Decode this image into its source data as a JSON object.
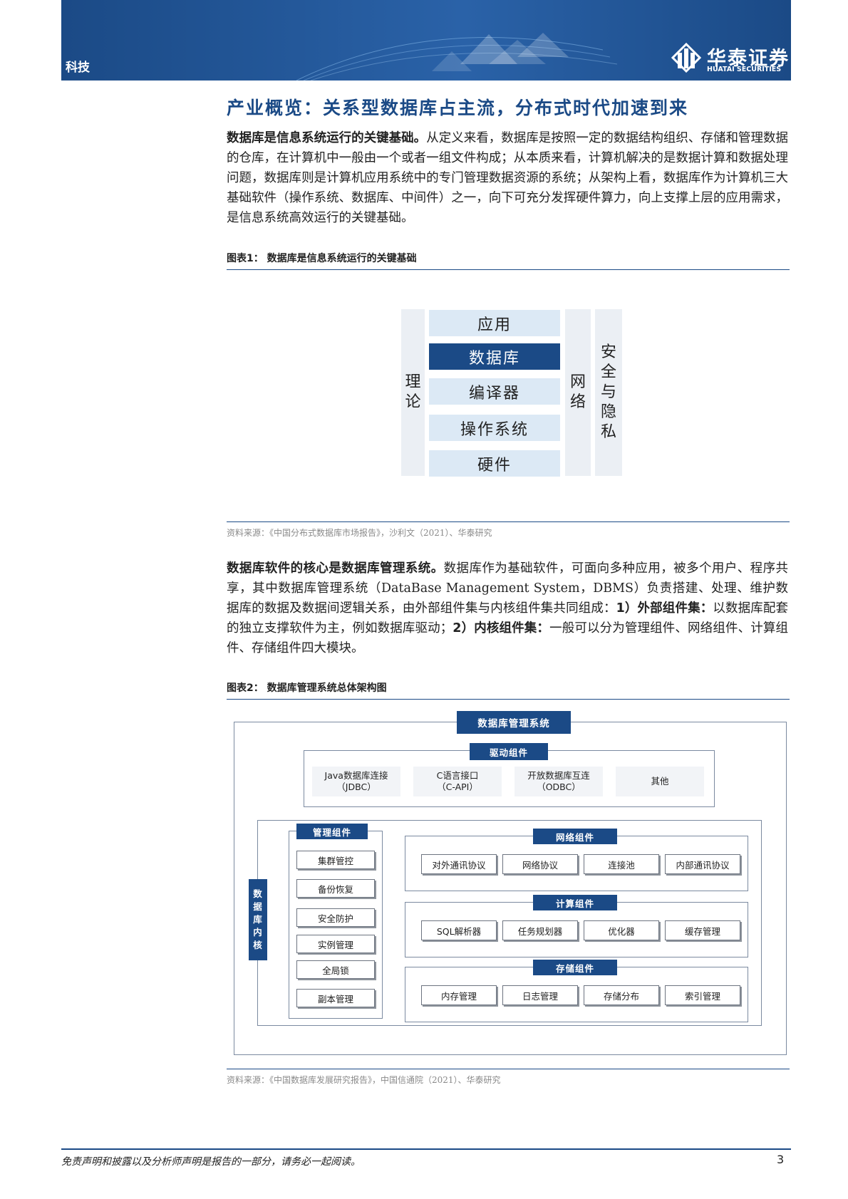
{
  "header": {
    "section": "科技",
    "logo_cn": "华泰证券",
    "logo_en": "HUATAI SECURITIES"
  },
  "page_title": "产业概览：关系型数据库占主流，分布式时代加速到来",
  "para1": {
    "lead": "数据库是信息系统运行的关键基础。",
    "body": "从定义来看，数据库是按照一定的数据结构组织、存储和管理数据的仓库，在计算机中一般由一个或者一组文件构成；从本质来看，计算机解决的是数据计算和数据处理问题，数据库则是计算机应用系统中的专门管理数据资源的系统；从架构上看，数据库作为计算机三大基础软件（操作系统、数据库、中间件）之一，向下可充分发挥硬件算力，向上支撑上层的应用需求，是信息系统高效运行的关键基础。"
  },
  "figure1": {
    "caption": "图表1：  数据库是信息系统运行的关键基础",
    "left_label": "理论",
    "middle_label": "网络",
    "right_label": "安全与隐私",
    "layers": [
      "应用",
      "数据库",
      "编译器",
      "操作系统",
      "硬件"
    ],
    "source": "资料来源：《中国分布式数据库市场报告》，沙利文（2021）、华泰研究"
  },
  "para2": {
    "lead": "数据库软件的核心是数据库管理系统。",
    "body_a": "数据库作为基础软件，可面向多种应用，被多个用户、程序共享，其中数据库管理系统（DataBase Management System，DBMS）负责搭建、处理、维护数据库的数据及数据间逻辑关系，由外部组件集与内核组件集共同组成：",
    "num1": "1）",
    "label1": "外部组件集：",
    "body_b": "以数据库配套的独立支撑软件为主，例如数据库驱动；",
    "num2": "2）",
    "label2": "内核组件集：",
    "body_c": "一般可以分为管理组件、网络组件、计算组件、存储组件四大模块。"
  },
  "figure2": {
    "caption": "图表2：  数据库管理系统总体架构图",
    "dbms_title": "数据库管理系统",
    "driver": {
      "title": "驱动组件",
      "items": [
        {
          "line1": "Java数据库连接",
          "line2": "（JDBC）"
        },
        {
          "line1": "C语言接口",
          "line2": "（C-API）"
        },
        {
          "line1": "开放数据库互连",
          "line2": "（ODBC）"
        },
        {
          "line1": "其他",
          "line2": ""
        }
      ]
    },
    "kernel_label": "数据库内核",
    "management": {
      "title": "管理组件",
      "items": [
        "集群管控",
        "备份恢复",
        "安全防护",
        "实例管理",
        "全局锁",
        "副本管理"
      ]
    },
    "network": {
      "title": "网络组件",
      "items": [
        "对外通讯协议",
        "网络协议",
        "连接池",
        "内部通讯协议"
      ]
    },
    "compute": {
      "title": "计算组件",
      "items": [
        "SQL解析器",
        "任务规划器",
        "优化器",
        "缓存管理"
      ]
    },
    "storage": {
      "title": "存储组件",
      "items": [
        "内存管理",
        "日志管理",
        "存储分布",
        "索引管理"
      ]
    },
    "source": "资料来源：《中国数据库发展研究报告》，中国信通院（2021）、华泰研究"
  },
  "footer": {
    "disclaimer": "免责声明和披露以及分析师声明是报告的一部分，请务必一起阅读。",
    "page_number": "3"
  },
  "colors": {
    "brand_navy": "#1b4a86",
    "light_blue": "#dce9f5",
    "light_gray": "#ebeff4"
  }
}
